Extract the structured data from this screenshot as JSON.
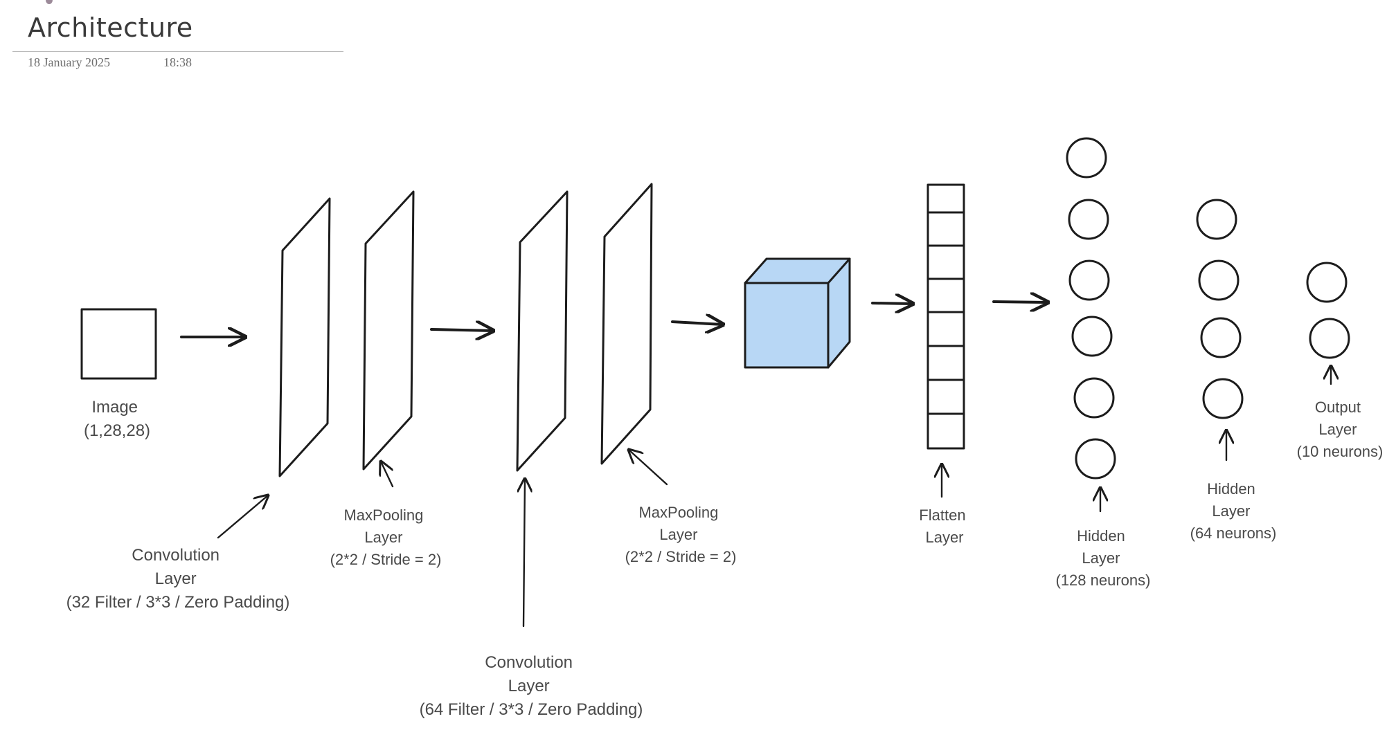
{
  "page": {
    "title": "Architecture",
    "date": "18 January 2025",
    "time": "18:38"
  },
  "diagram": {
    "labels": {
      "image": [
        "Image",
        "(1,28,28)"
      ],
      "conv1": [
        "Convolution",
        "Layer",
        "(32 Filter / 3*3 / Zero Padding)"
      ],
      "pool1": [
        "MaxPooling",
        "Layer",
        "(2*2 / Stride = 2)"
      ],
      "conv2": [
        "Convolution",
        "Layer",
        "(64 Filter / 3*3 / Zero Padding)"
      ],
      "pool2": [
        "MaxPooling",
        "Layer",
        "(2*2 / Stride = 2)"
      ],
      "flatten": [
        "Flatten",
        "Layer"
      ],
      "hidden1": [
        "Hidden",
        "Layer",
        "(128 neurons)"
      ],
      "hidden2": [
        "Hidden",
        "Layer",
        "(64 neurons)"
      ],
      "output": [
        "Output",
        "Layer",
        "(10 neurons)"
      ]
    },
    "colors": {
      "stroke": "#1c1c1c",
      "cube_fill": "#b8d7f5",
      "label_text": "#4a4a4a"
    }
  }
}
